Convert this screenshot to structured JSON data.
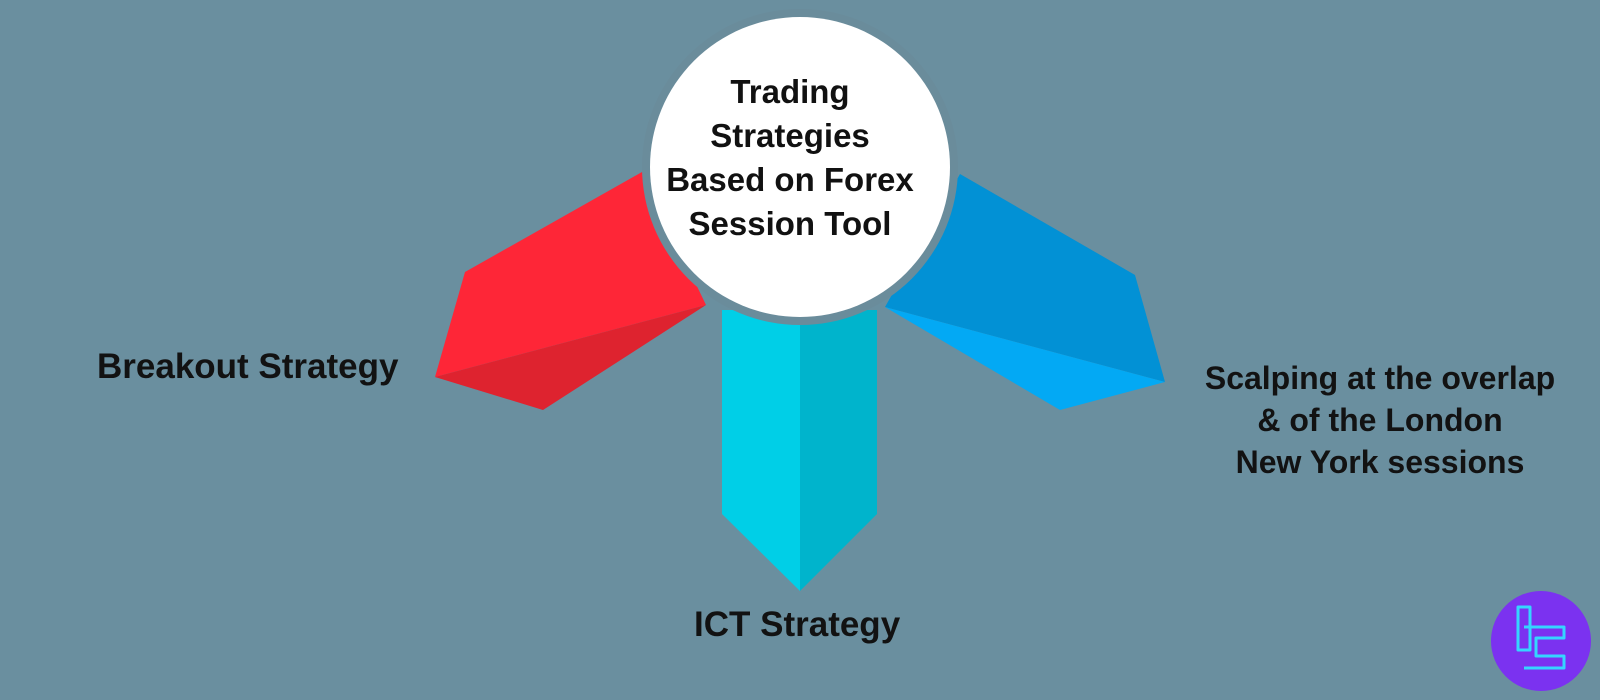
{
  "center": {
    "title_lines": [
      "Trading",
      "Strategies",
      "Based on Forex",
      "Session Tool"
    ]
  },
  "branches": {
    "left": {
      "label": "Breakout Strategy"
    },
    "bottom": {
      "label": "ICT Strategy"
    },
    "right": {
      "label_lines": [
        "Scalping at the overlap",
        "& of the London",
        "New York sessions"
      ]
    }
  },
  "colors": {
    "background": "#6a8f9f",
    "red_light": "#fe2637",
    "red_dark": "#de232f",
    "cyan_light": "#00cfe7",
    "cyan_dark": "#00b4cc",
    "blue_light": "#03a9f4",
    "blue_dark": "#0291d5",
    "circle": "#ffffff",
    "circle_ring": "#6a8c9b",
    "logo_bg": "#7b32f0",
    "logo_stroke": "#34d6ff"
  },
  "logo": {
    "icon": "tc-logo-icon"
  }
}
